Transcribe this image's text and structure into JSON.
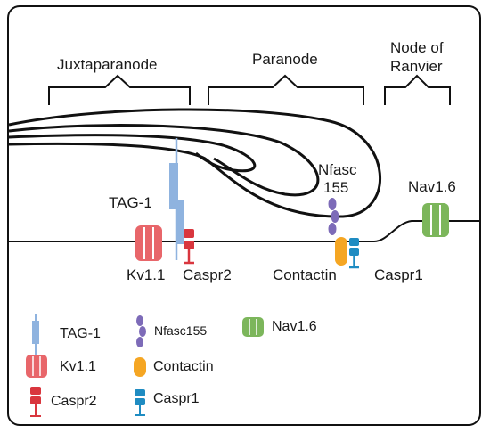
{
  "regions": {
    "juxtaparanode": "Juxtaparanode",
    "paranode": "Paranode",
    "node_line1": "Node of",
    "node_line2": "Ranvier"
  },
  "molecules": {
    "tag1": "TAG-1",
    "nfasc_line1": "Nfasc",
    "nfasc_line2": "155",
    "nav": "Nav1.6",
    "kv": "Kv1.1",
    "caspr2": "Caspr2",
    "contactin": "Contactin",
    "caspr1": "Caspr1"
  },
  "legend": {
    "tag1": "TAG-1",
    "kv": "Kv1.1",
    "caspr2": "Caspr2",
    "nfasc": "Nfasc155",
    "contactin": "Contactin",
    "caspr1": "Caspr1",
    "nav": "Nav1.6"
  },
  "colors": {
    "tag1": "#8fb3df",
    "kv": "#e8666a",
    "caspr2": "#d9363e",
    "nfasc": "#7d6bb8",
    "contactin": "#f5a623",
    "caspr1": "#1f8cc2",
    "nav": "#7cb65b"
  }
}
